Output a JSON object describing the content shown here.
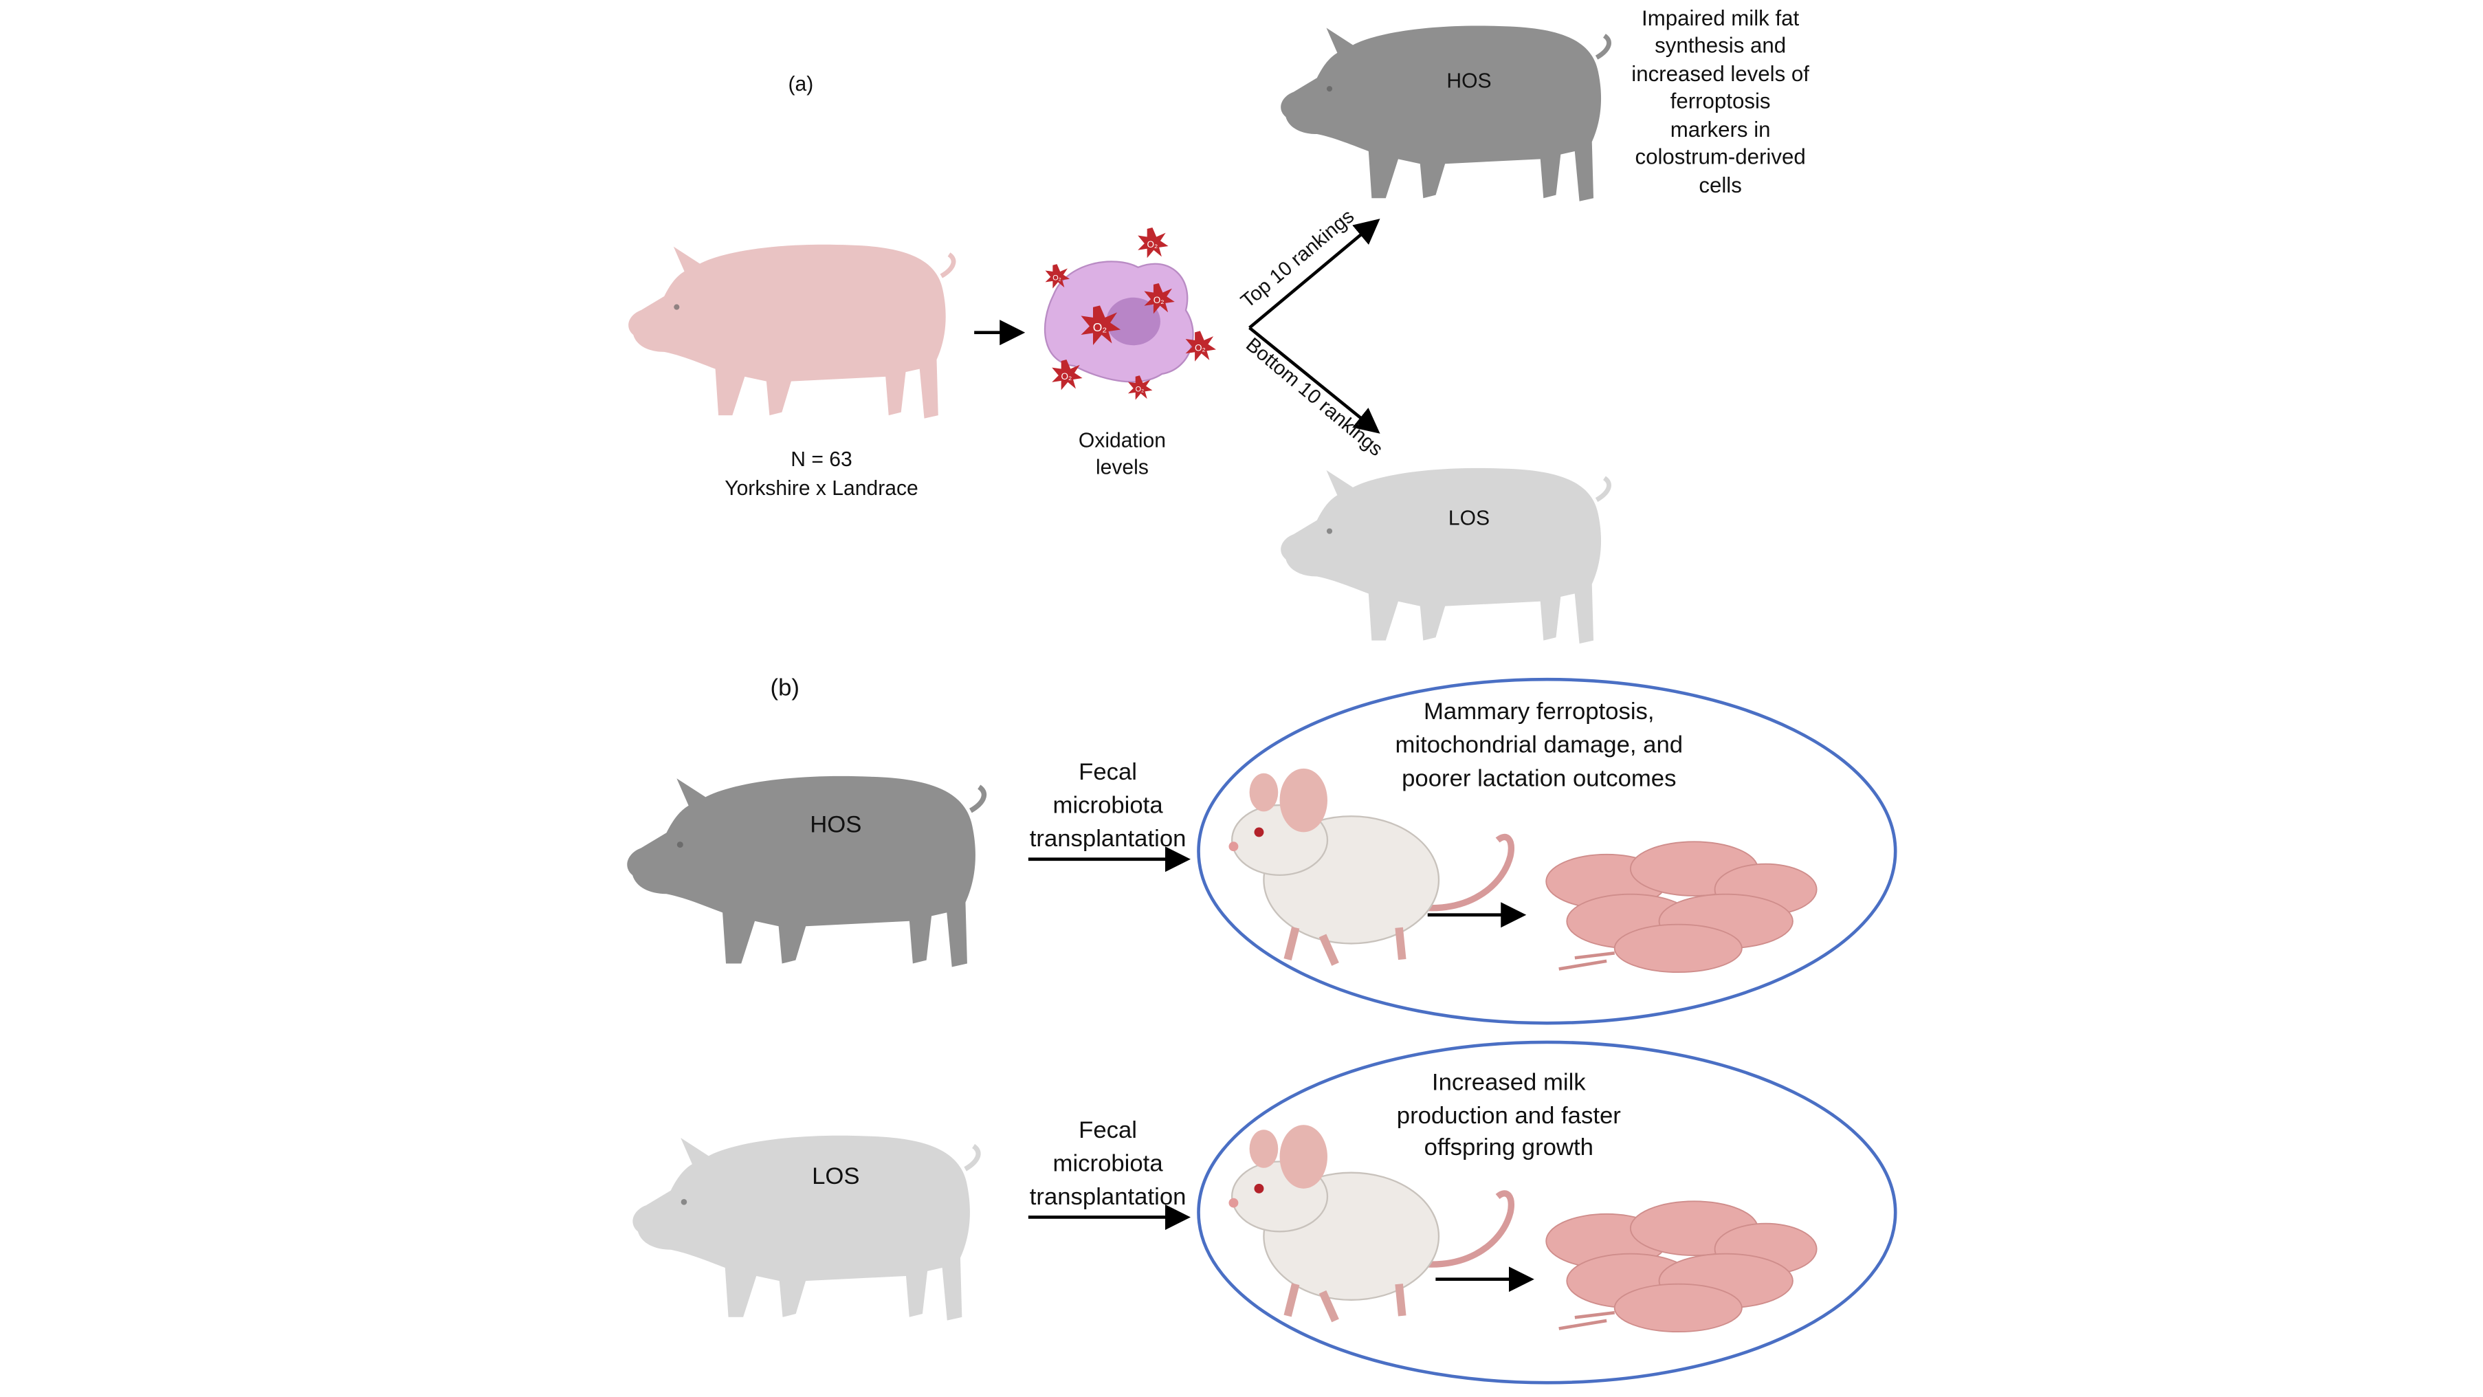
{
  "panel_a": {
    "label": "(a)",
    "source_pig": {
      "n": "N = 63",
      "breed": "Yorkshire x Landrace"
    },
    "oxidation": {
      "line1": "Oxidation",
      "line2": "levels",
      "radical": "O₂"
    },
    "top_branch": "Top 10 rankings",
    "bottom_branch": "Bottom 10 rankings",
    "hos_label": "HOS",
    "los_label": "LOS",
    "hos_outcome": [
      "Impaired milk fat",
      "synthesis and",
      "increased levels of",
      "ferroptosis",
      "markers in",
      "colostrum-derived",
      "cells"
    ]
  },
  "panel_b": {
    "label": "(b)",
    "rows": [
      {
        "donor": "HOS",
        "procedure": [
          "Fecal",
          "microbiota",
          "transplantation"
        ],
        "outcome": [
          "Mammary ferroptosis,",
          "mitochondrial damage, and",
          "poorer lactation outcomes"
        ]
      },
      {
        "donor": "LOS",
        "procedure": [
          "Fecal",
          "microbiota",
          "transplantation"
        ],
        "outcome": [
          "Increased milk",
          "production and faster",
          "offspring growth"
        ]
      }
    ]
  },
  "colors": {
    "source_pig": "#e9c3c3",
    "hos_pig": "#8f8f8f",
    "los_pig": "#d6d6d6",
    "ellipse": "#4a6fc4",
    "cell": "#d9a8e0",
    "radical": "#c0272d"
  }
}
